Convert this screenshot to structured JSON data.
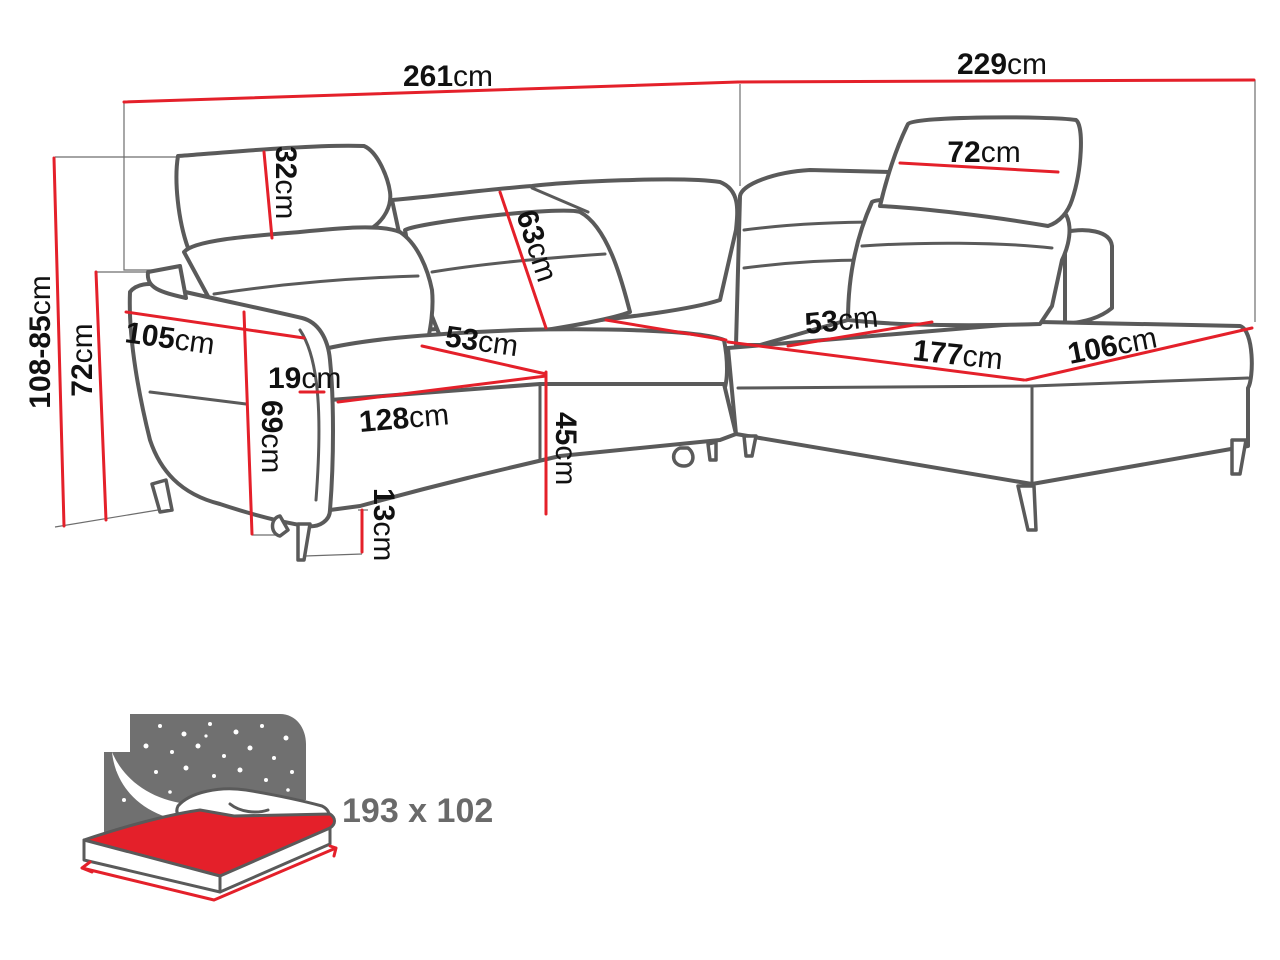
{
  "colors": {
    "dimension_line": "#e4202a",
    "outline": "#5a5a5a",
    "night_panel": "#707070",
    "mattress_top": "#e4202a"
  },
  "dimensions": {
    "overall_width": {
      "value": "261",
      "unit": "cm"
    },
    "chaise_width": {
      "value": "229",
      "unit": "cm"
    },
    "headrest_height": {
      "value": "32",
      "unit": "cm"
    },
    "backrest_height": {
      "value": "63",
      "unit": "cm"
    },
    "chaise_headrest_width": {
      "value": "72",
      "unit": "cm"
    },
    "total_height": {
      "value": "108-85",
      "unit": "cm"
    },
    "back_height": {
      "value": "72",
      "unit": "cm"
    },
    "sofa_depth": {
      "value": "105",
      "unit": "cm"
    },
    "seat_depth": {
      "value": "53",
      "unit": "cm"
    },
    "chaise_seat_depth": {
      "value": "53",
      "unit": "cm"
    },
    "armrest_width": {
      "value": "19",
      "unit": "cm"
    },
    "seat_width": {
      "value": "128",
      "unit": "cm"
    },
    "chaise_length": {
      "value": "177",
      "unit": "cm"
    },
    "chaise_depth": {
      "value": "106",
      "unit": "cm"
    },
    "armrest_height": {
      "value": "69",
      "unit": "cm"
    },
    "seat_height": {
      "value": "45",
      "unit": "cm"
    },
    "leg_height": {
      "value": "13",
      "unit": "cm"
    }
  },
  "sleeping_area": {
    "label": "193 x 102"
  }
}
